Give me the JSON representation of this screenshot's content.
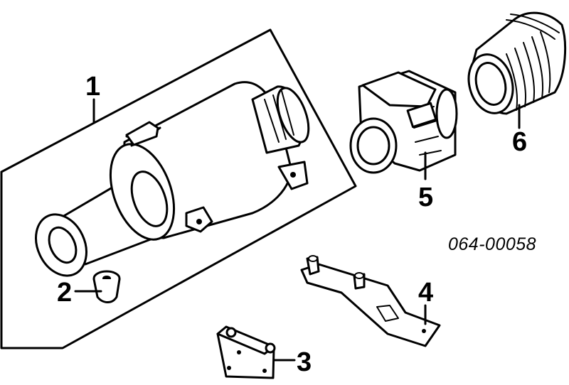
{
  "diagram": {
    "part_number": "064-00058",
    "callouts": [
      {
        "id": "callout-1",
        "label": "1",
        "part": "air-cleaner-assembly"
      },
      {
        "id": "callout-2",
        "label": "2",
        "part": "grommet"
      },
      {
        "id": "callout-3",
        "label": "3",
        "part": "mount-bracket"
      },
      {
        "id": "callout-4",
        "label": "4",
        "part": "support-bracket"
      },
      {
        "id": "callout-5",
        "label": "5",
        "part": "air-flow-meter"
      },
      {
        "id": "callout-6",
        "label": "6",
        "part": "intake-hose"
      }
    ],
    "colors": {
      "ink": "#000000",
      "background": "#ffffff"
    }
  }
}
